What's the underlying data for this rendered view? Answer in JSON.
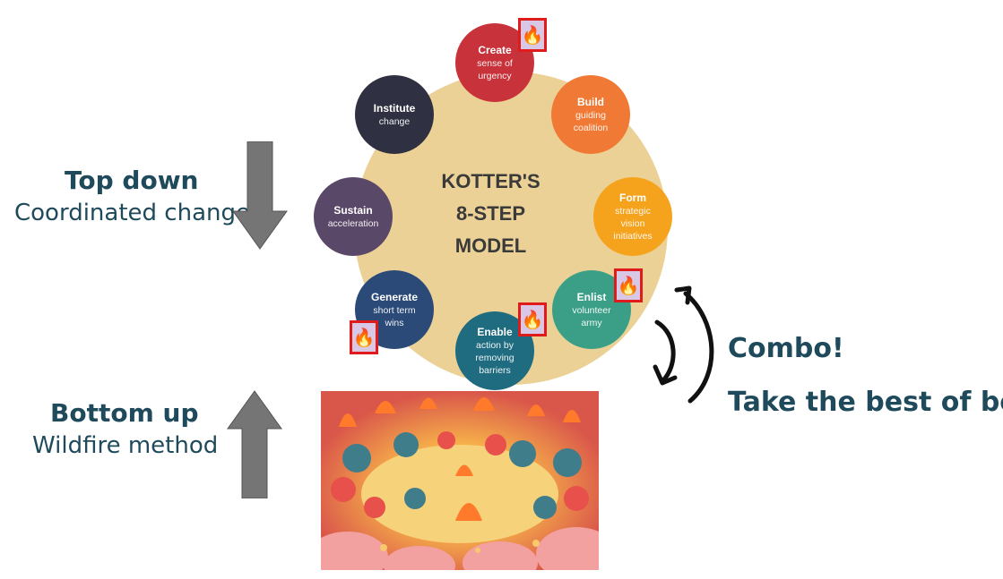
{
  "left_labels": {
    "top_title": "Top down",
    "top_sub": "Coordinated change",
    "bottom_title": "Bottom up",
    "bottom_sub": "Wildfire method"
  },
  "right_labels": {
    "combo": "Combo!",
    "best": "Take the best of both"
  },
  "model": {
    "center_lines": [
      "KOTTER'S",
      "8-STEP",
      "MODEL"
    ],
    "steps": [
      {
        "title": "Create",
        "sub": "sense of urgency",
        "color": "#c8323a"
      },
      {
        "title": "Build",
        "sub": "guiding coalition",
        "color": "#f07a35"
      },
      {
        "title": "Form",
        "sub": "strategic vision initiatives",
        "color": "#f5a31d"
      },
      {
        "title": "Enlist",
        "sub": "volunteer army",
        "color": "#3a9f86"
      },
      {
        "title": "Enable",
        "sub": "action by removing barriers",
        "color": "#1f6b80"
      },
      {
        "title": "Generate",
        "sub": "short term wins",
        "color": "#2b4a78"
      },
      {
        "title": "Sustain",
        "sub": "acceleration",
        "color": "#5a4868"
      },
      {
        "title": "Institute",
        "sub": "change",
        "color": "#2f3042"
      }
    ]
  },
  "icons": {
    "fire": "fire-icon",
    "arrow_down": "arrow-down-icon",
    "arrow_up": "arrow-up-icon",
    "cycle": "cycle-arrows-icon"
  },
  "colors": {
    "text": "#1f4a5c",
    "arrow": "#757575",
    "fire_border": "#e01b1b"
  }
}
